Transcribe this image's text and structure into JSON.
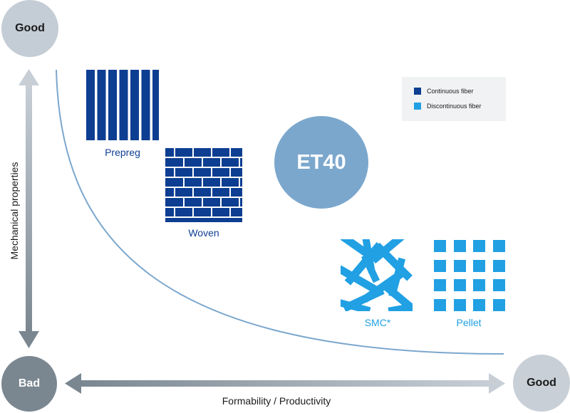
{
  "labels": {
    "good_top": "Good",
    "bad": "Bad",
    "good_right": "Good",
    "y_axis": "Mechanical properties",
    "x_axis": "Formability / Productivity",
    "center": "ET40"
  },
  "materials": [
    {
      "name": "Prepreg",
      "type": "continuous"
    },
    {
      "name": "Woven",
      "type": "continuous"
    },
    {
      "name": "SMC*",
      "type": "discontinuous"
    },
    {
      "name": "Pellet",
      "type": "discontinuous"
    }
  ],
  "legend": {
    "continuous": "Continuous fiber",
    "discontinuous": "Discontinuous fiber"
  },
  "colors": {
    "continuous": "#0d3e91",
    "discontinuous": "#21a0e3",
    "curve": "#7ba7cd",
    "center_circle": "#7ba7cd",
    "bad_circle": "#7a8791",
    "good_circle": "#c4ccd5"
  }
}
